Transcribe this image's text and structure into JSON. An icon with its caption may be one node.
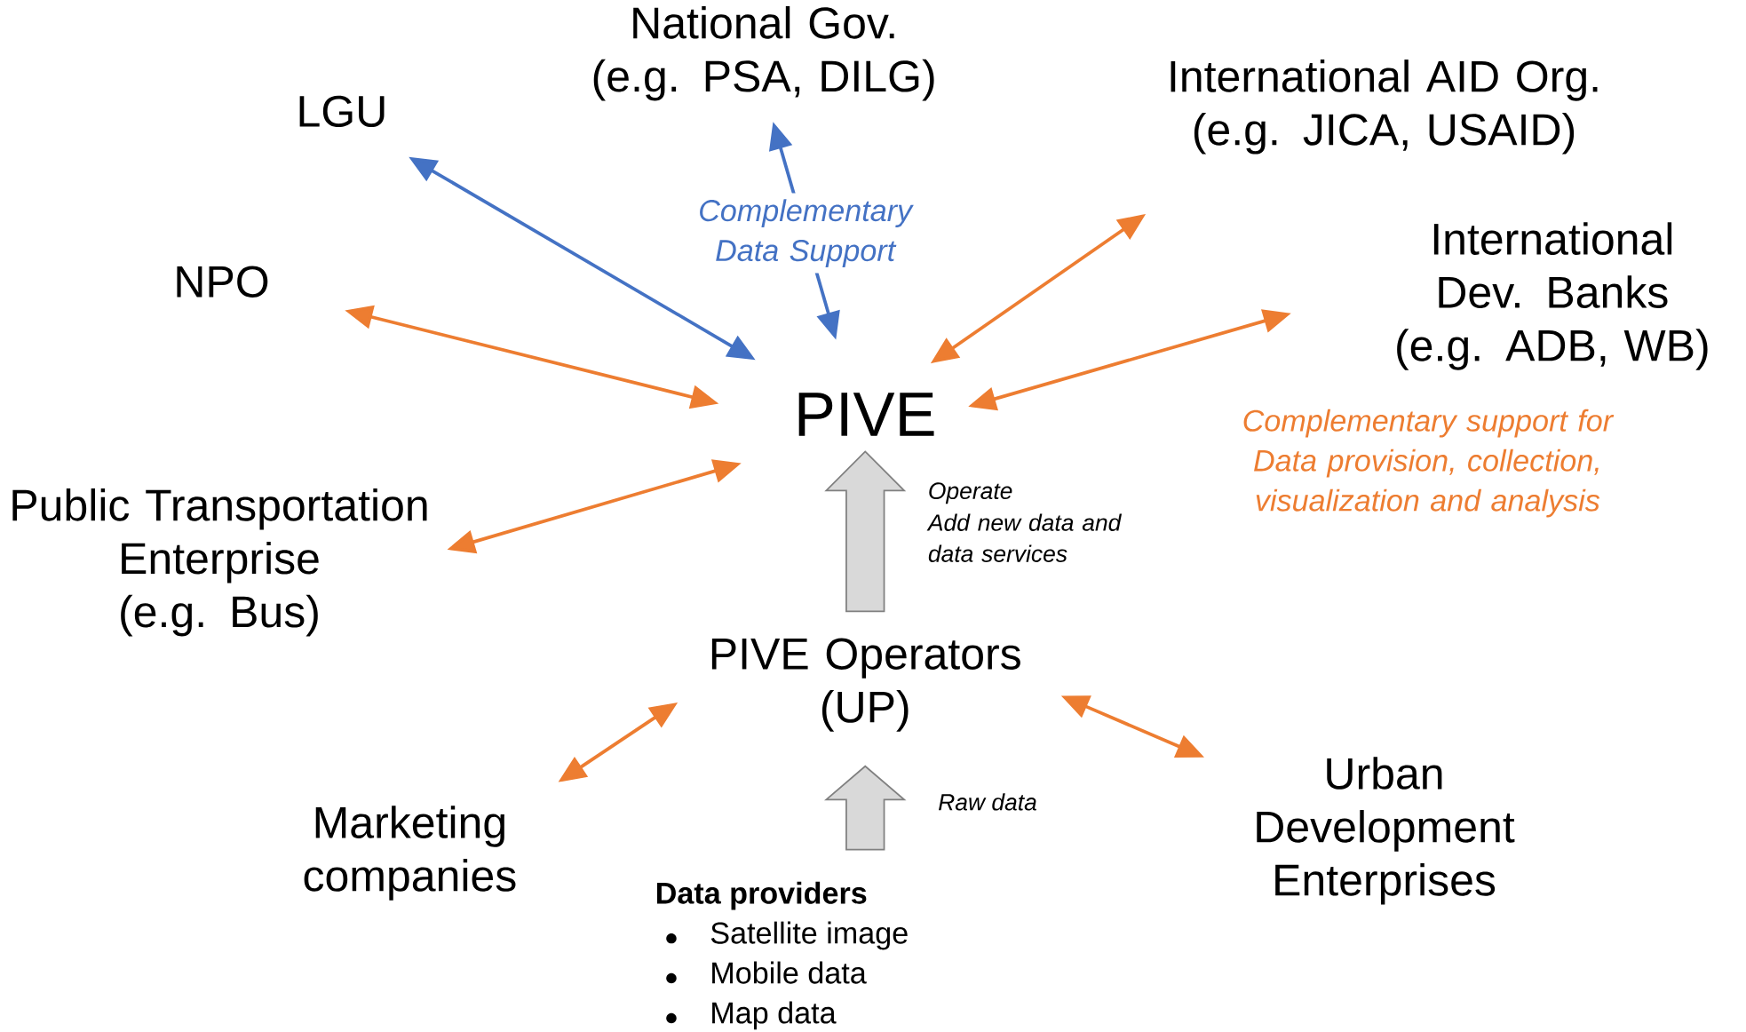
{
  "diagram": {
    "nodes": [
      {
        "text": [
          "National Gov.",
          "(e.g. PSA, DILG)"
        ]
      },
      {
        "text": [
          "LGU"
        ]
      },
      {
        "text": [
          "International AID Org.",
          "(e.g. JICA, USAID)"
        ]
      },
      {
        "text": [
          "NPO"
        ]
      },
      {
        "text": [
          "International Dev. Banks",
          "(e.g. ADB, WB)"
        ]
      },
      {
        "text": [
          "PIVE"
        ]
      },
      {
        "text": [
          "Public Transportation Enterprise",
          "(e.g. Bus)"
        ]
      },
      {
        "text": [
          "PIVE Operators",
          "(UP)"
        ]
      },
      {
        "text": [
          "Marketing companies"
        ]
      },
      {
        "text": [
          "Urban Development Enterprises"
        ]
      },
      {
        "text": [
          "Data providers",
          "Satellite image",
          "Mobile data",
          "Map data"
        ]
      }
    ],
    "edges": [
      {
        "from": 0,
        "to": 5,
        "arrow": "both",
        "label": "Complementary Data Support",
        "color": "#4472c4"
      },
      {
        "from": 1,
        "to": 5,
        "arrow": "both",
        "color": "#4472c4"
      },
      {
        "from": 2,
        "to": 5,
        "arrow": "both"
      },
      {
        "from": 3,
        "to": 5,
        "arrow": "both"
      },
      {
        "from": 4,
        "to": 5,
        "arrow": "both"
      },
      {
        "from": 6,
        "to": 5,
        "arrow": "both"
      },
      {
        "from": 8,
        "to": 7,
        "arrow": "both"
      },
      {
        "from": 9,
        "to": 7,
        "arrow": "both"
      },
      {
        "from": 7,
        "to": 5,
        "arrow": "to",
        "label": "Operate",
        "style": "thick",
        "color": "#d9d9d9"
      },
      {
        "from": 10,
        "to": 7,
        "arrow": "to",
        "label": "Raw data",
        "style": "thick",
        "color": "#d9d9d9"
      }
    ],
    "labels": [
      "Complementary support for Data provision, collection, visualization and analysis",
      "Add new data and data services"
    ]
  }
}
